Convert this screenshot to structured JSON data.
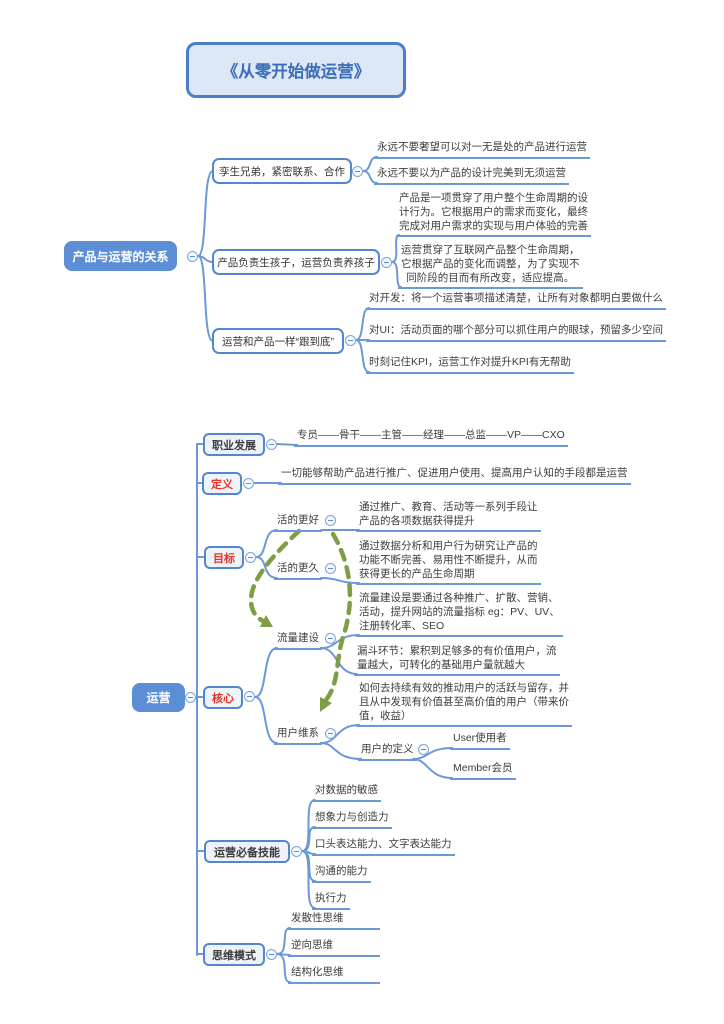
{
  "title": "《从零开始做运营》",
  "relationship_map": {
    "root": "产品与运营的关系",
    "branches": [
      {
        "label": "孪生兄弟，紧密联系、合作",
        "leaves": [
          "永远不要奢望可以对一无是处的产品进行运营",
          "永远不要以为产品的设计完美到无须运营"
        ]
      },
      {
        "label": "产品负责生孩子，运营负责养孩子",
        "leaves": [
          "产品是一项贯穿了用户整个生命周期的设\n计行为。它根据用户的需求而变化，最终\n完成对用户需求的实现与用户体验的完善",
          "运营贯穿了互联网产品整个生命周期，\n它根据产品的变化而调整，为了实现不\n同阶段的目而有所改变，适应提高。"
        ]
      },
      {
        "label": "运营和产品一样“跟到底”",
        "leaves": [
          "对开发：将一个运营事项描述清楚，让所有对象都明白要做什么",
          "对UI：活动页面的哪个部分可以抓住用户的眼球，预留多少空间",
          "时刻记住KPI，运营工作对提升KPI有无帮助"
        ]
      }
    ]
  },
  "operations_map": {
    "root": "运营",
    "career": {
      "label": "职业发展",
      "path": "专员——骨干——主管——经理——总监——VP——CXO"
    },
    "definition": {
      "label": "定义",
      "text": "一切能够帮助产品进行推广、促进用户使用、提高用户认知的手段都是运营"
    },
    "goal": {
      "label": "目标",
      "children": [
        {
          "label": "活的更好",
          "text": "通过推广、教育、活动等一系列手段让\n产品的各项数据获得提升"
        },
        {
          "label": "活的更久",
          "text": "通过数据分析和用户行为研究让产品的\n功能不断完善、易用性不断提升，从而\n获得更长的产品生命周期"
        }
      ]
    },
    "core": {
      "label": "核心",
      "traffic": {
        "label": "流量建设",
        "notes": [
          "流量建设是要通过各种推广、扩散、营销、\n活动，提升网站的流量指标 eg：PV、UV、\n注册转化率、SEO",
          "漏斗环节：累积到足够多的有价值用户，流\n量越大，可转化的基础用户量就越大"
        ]
      },
      "retention": {
        "label": "用户维系",
        "note": "如何去持续有效的推动用户的活跃与留存，并\n且从中发现有价值甚至高价值的用户（带来价\n值，收益）",
        "user_definition": {
          "label": "用户的定义",
          "types": [
            "User使用者",
            "Member会员"
          ]
        }
      }
    },
    "skills": {
      "label": "运营必备技能",
      "items": [
        "对数据的敏感",
        "想象力与创造力",
        "口头表达能力、文字表达能力",
        "沟通的能力",
        "执行力"
      ]
    },
    "mindset": {
      "label": "思维模式",
      "items": [
        "发散性思维",
        "逆向思维",
        "结构化思维"
      ]
    }
  },
  "colors": {
    "branch_blue": "#6b98d9",
    "node_fill": "#5c8ed5",
    "box_border": "#5586cc",
    "highlight_red": "#e53328",
    "arrow_green": "#7d9e44",
    "title_blue": "#3a6cb7"
  }
}
